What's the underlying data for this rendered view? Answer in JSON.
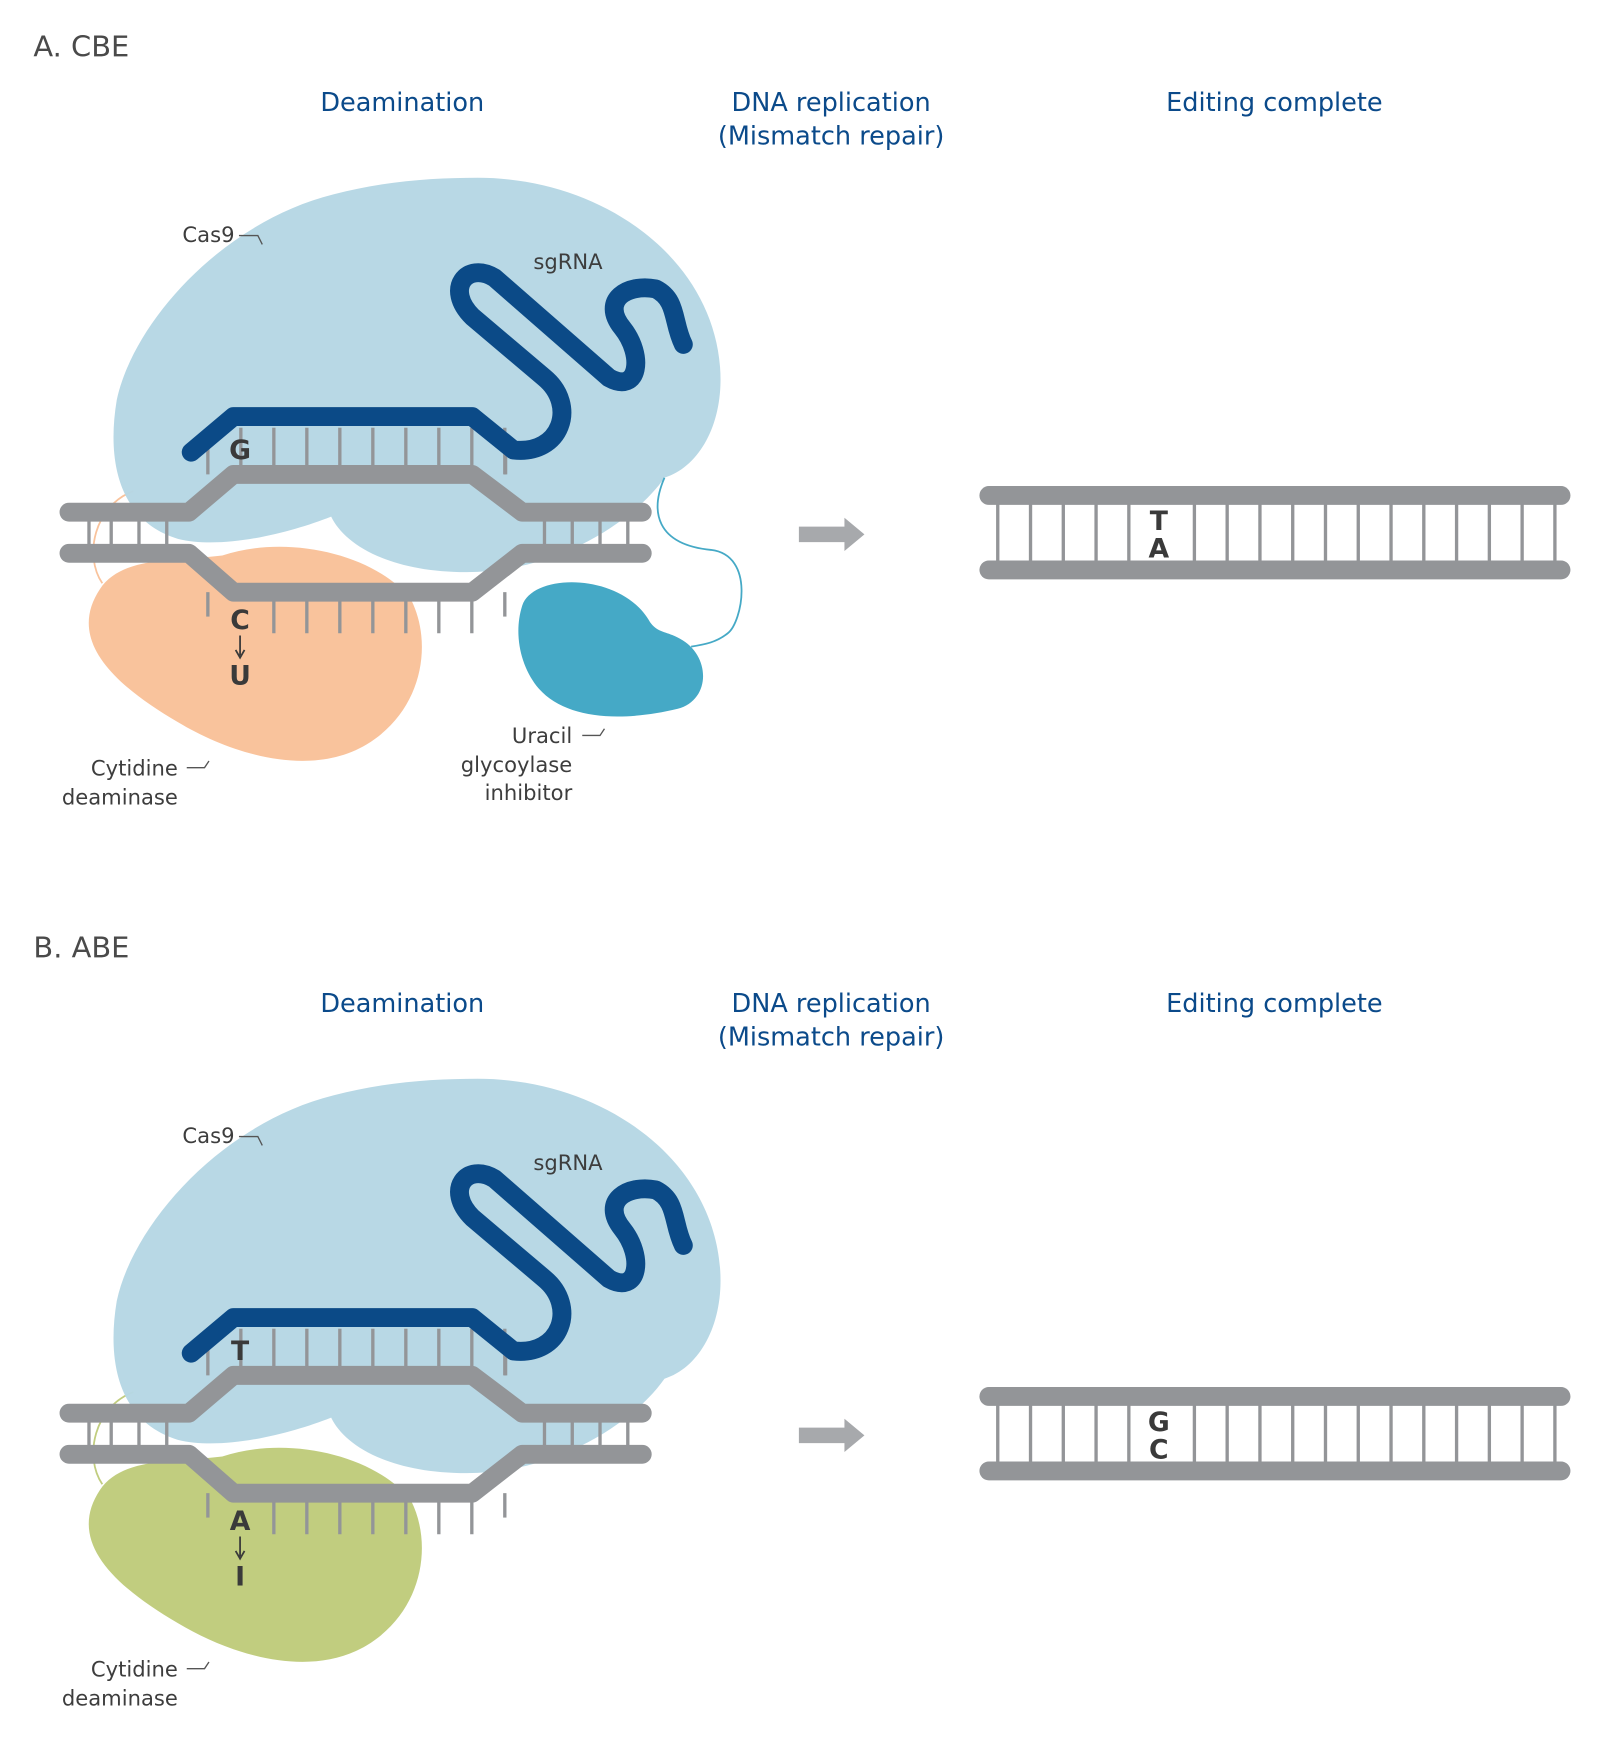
{
  "colors": {
    "cas9": "#b6d7e4",
    "sgrna": "#0b4a87",
    "dna": "#939598",
    "cbe_deaminase": "#f9c39c",
    "abe_deaminase": "#c1cd7f",
    "ugi": "#45a9c6",
    "heading": "#0b4a8a"
  },
  "panels": [
    {
      "title": "A. CBE",
      "steps": {
        "deamination": "Deamination",
        "replication_line1": "DNA replication",
        "replication_line2": "(Mismatch repair)",
        "complete": "Editing complete"
      },
      "labels": {
        "cas9": "Cas9",
        "sgrna": "sgRNA",
        "deaminase_line1": "Cytidine",
        "deaminase_line2": "deaminase",
        "ugi_line1": "Uracil",
        "ugi_line2": "glycoylase",
        "ugi_line3": "inhibitor"
      },
      "bases": {
        "rna_paired": "G",
        "target_before": "C",
        "target_after": "U",
        "final_top": "T",
        "final_bottom": "A"
      },
      "has_ugi": true
    },
    {
      "title": "B. ABE",
      "steps": {
        "deamination": "Deamination",
        "replication_line1": "DNA replication",
        "replication_line2": "(Mismatch repair)",
        "complete": "Editing complete"
      },
      "labels": {
        "cas9": "Cas9",
        "sgrna": "sgRNA",
        "deaminase_line1": "Cytidine",
        "deaminase_line2": "deaminase"
      },
      "bases": {
        "rna_paired": "T",
        "target_before": "A",
        "target_after": "I",
        "final_top": "G",
        "final_bottom": "C"
      },
      "has_ugi": false
    }
  ]
}
